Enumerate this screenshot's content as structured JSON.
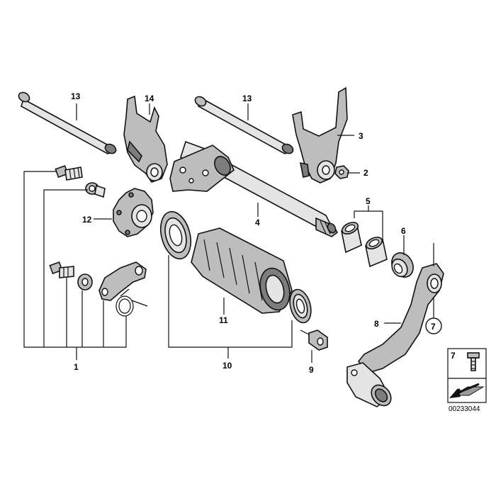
{
  "callouts": {
    "c1": "1",
    "c2": "2",
    "c3": "3",
    "c4": "4",
    "c5": "5",
    "c6": "6",
    "c7": "7",
    "c8": "8",
    "c9": "9",
    "c10": "10",
    "c11": "11",
    "c12": "12",
    "c13a": "13",
    "c13b": "13",
    "c14": "14",
    "legend_part": "7"
  },
  "diagram_id": "00233044",
  "icons": {
    "legend_screw": "bolt-icon",
    "legend_arrow": "direction-arrow-icon"
  }
}
